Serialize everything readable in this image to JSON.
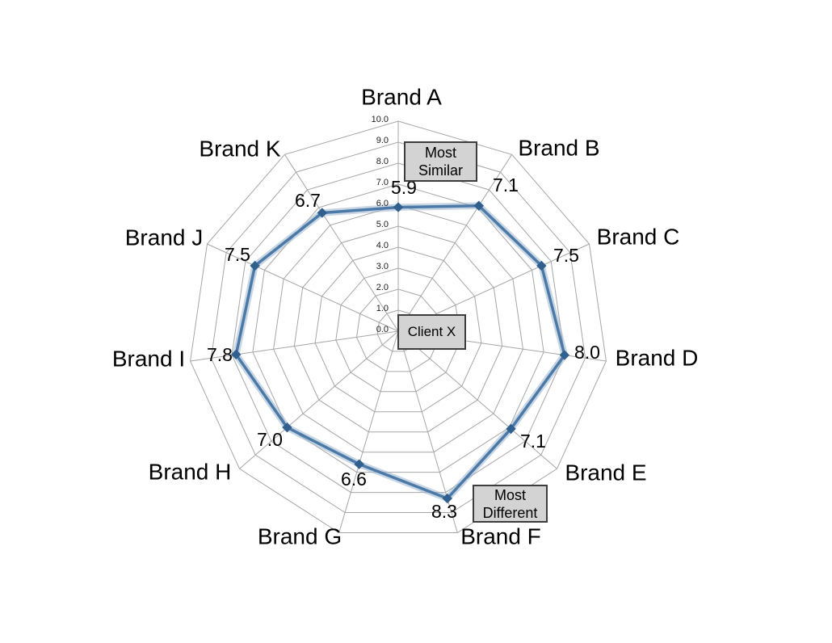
{
  "chart_data": {
    "type": "radar",
    "title": "",
    "categories": [
      "Brand A",
      "Brand B",
      "Brand C",
      "Brand D",
      "Brand E",
      "Brand F",
      "Brand G",
      "Brand H",
      "Brand I",
      "Brand J",
      "Brand K"
    ],
    "series": [
      {
        "name": "Client X",
        "values": [
          5.9,
          7.1,
          7.5,
          8.0,
          7.1,
          8.3,
          6.6,
          7.0,
          7.8,
          7.5,
          6.7
        ]
      }
    ],
    "data_labels": [
      "5.9",
      "7.1",
      "7.5",
      "8.0",
      "7.1",
      "8.3",
      "6.6",
      "7.0",
      "7.8",
      "7.5",
      "6.7"
    ],
    "axis": {
      "min": 0,
      "max": 10,
      "step": 1,
      "tick_labels": [
        "0.0",
        "1.0",
        "2.0",
        "3.0",
        "4.0",
        "5.0",
        "6.0",
        "7.0",
        "8.0",
        "9.0",
        "10.0"
      ]
    },
    "legend": {
      "label": "Client X",
      "position": "center"
    },
    "annotations": [
      {
        "text": "Most Similar",
        "near_category": "Brand A"
      },
      {
        "text": "Most Different",
        "near_category": "Brand F"
      }
    ],
    "layout_hints": {
      "grid": "polygon-web",
      "start_axis": "top",
      "direction": "clockwise",
      "legend_position": "center-of-plot"
    },
    "colors": {
      "line": "#4B79A8",
      "line_glow": "#9BB5CE",
      "marker": "#31608F",
      "grid": "#A6A6A6",
      "text": "#000000",
      "box_fill": "#D3D3D3",
      "box_border": "#3D3D3D",
      "background": "#FFFFFF"
    }
  }
}
